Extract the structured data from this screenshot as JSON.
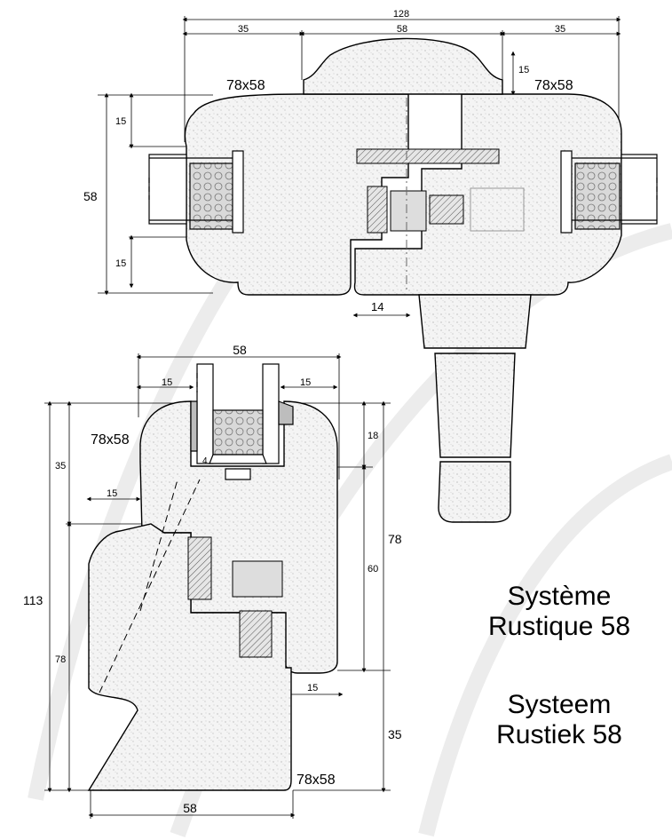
{
  "top_section": {
    "dim_total": "128",
    "dim_left": "35",
    "dim_center": "58",
    "dim_right": "35",
    "dim_top_right": "15",
    "profile_left": "78x58",
    "profile_right": "78x58",
    "dim_height": "58",
    "dim_upper": "15",
    "dim_lower": "15",
    "dim_bottom": "14"
  },
  "bottom_section": {
    "dim_top_width": "58",
    "dim_top_left": "15",
    "dim_top_right": "15",
    "profile_label": "78x58",
    "dim_35": "35",
    "dim_15_left": "15",
    "dim_113": "113",
    "dim_78_left": "78",
    "dim_18": "18",
    "dim_4": "4",
    "dim_78_right": "78",
    "dim_60": "60",
    "dim_15_lower": "15",
    "dim_35_right": "35",
    "profile_bottom": "78x58",
    "dim_bottom_width": "58"
  },
  "title": {
    "fr_line1": "Système",
    "fr_line2": "Rustique 58",
    "nl_line1": "Systeem",
    "nl_line2": "Rustiek 58"
  },
  "colors": {
    "line": "#000000",
    "wood_fill": "#f2f2f2",
    "seal_fill": "#bdbdbd"
  }
}
